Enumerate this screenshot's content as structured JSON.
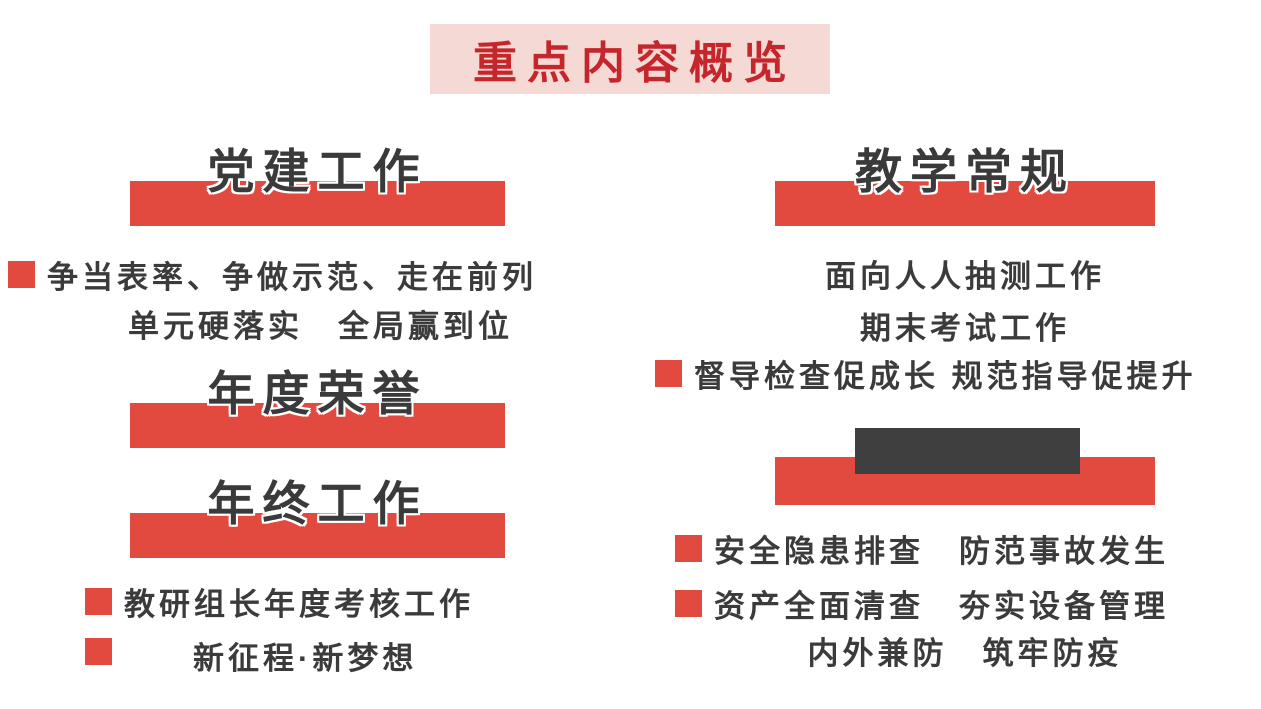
{
  "slide": {
    "title": "重点内容概览"
  },
  "left": {
    "party": {
      "heading": "党建工作",
      "bullet1": "争当表率、争做示范、走在前列",
      "line2": "单元硬落实　全局赢到位"
    },
    "honor": {
      "heading": "年度荣誉"
    },
    "yearend": {
      "heading": "年终工作",
      "bullet1": "教研组长年度考核工作",
      "bullet2": "新征程·新梦想"
    }
  },
  "right": {
    "teaching": {
      "heading": "教学常规",
      "line1": "面向人人抽测工作",
      "line2": "期末考试工作",
      "bullet1": "督导检查促成长 规范指导促提升"
    },
    "safety": {
      "bullet1": "安全隐患排查　防范事故发生",
      "bullet2": "资产全面清查　夯实设备管理",
      "line3": "内外兼防　筑牢防疫"
    }
  },
  "icons": {
    "bullet": "red-square"
  },
  "colors": {
    "accent_red": "#e24a40",
    "title_red": "#c5262c",
    "banner_bg": "#f5d9d5",
    "text_dark": "#3b3b3b",
    "dark_box": "#3f3f3f"
  }
}
